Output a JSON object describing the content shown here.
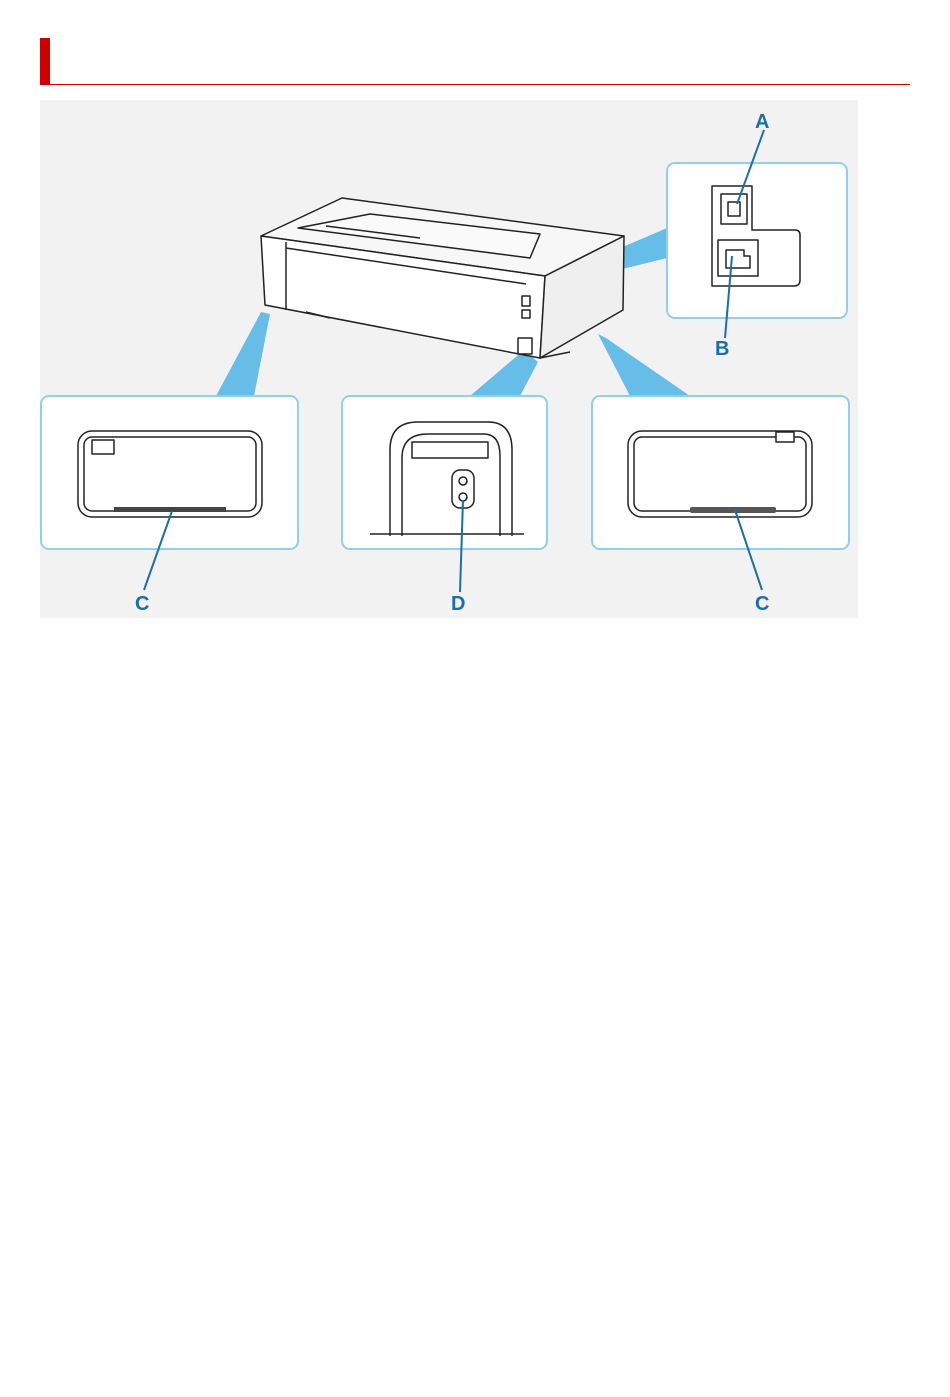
{
  "colors": {
    "accent_red": "#cc0000",
    "callout_blue": "#1a6fa8",
    "highlight_blue": "#66bde8",
    "panel_border": "#8fd0f0",
    "figure_background": "#f2f2f2",
    "outline": "#222222"
  },
  "callouts": {
    "a": "A",
    "b": "B",
    "c_left": "C",
    "d": "D",
    "c_right": "C"
  }
}
